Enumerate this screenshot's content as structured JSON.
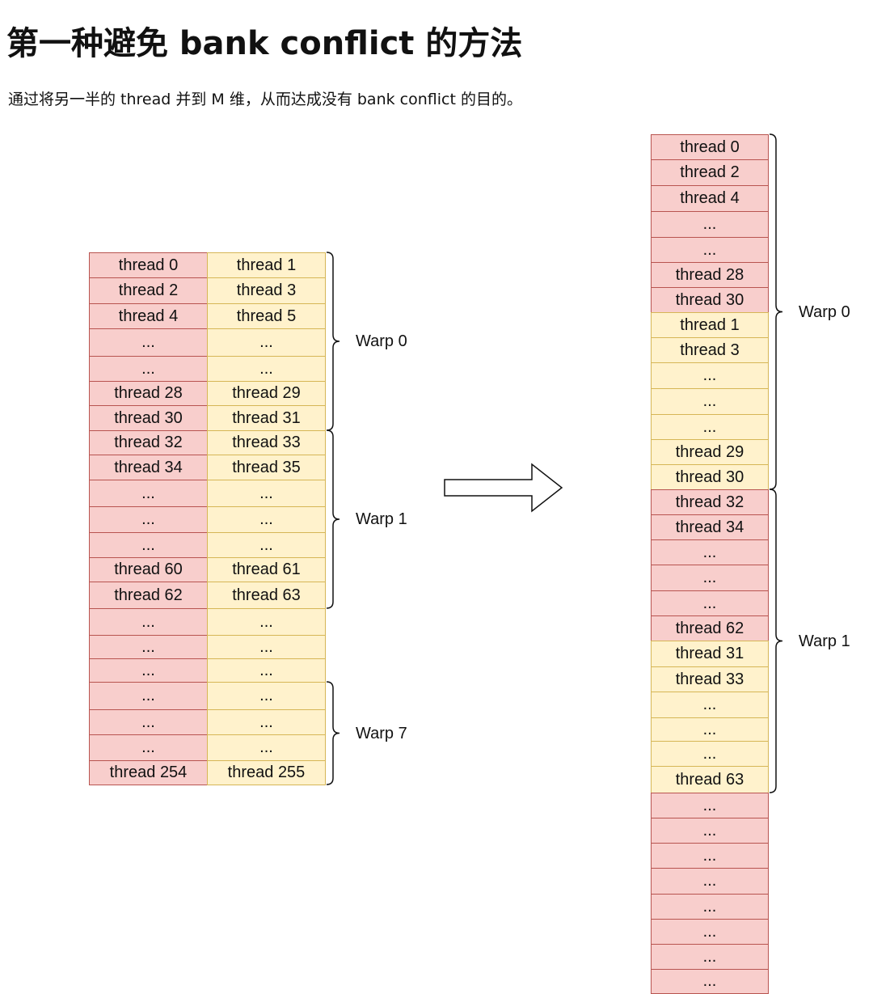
{
  "title": "第一种避免 bank conflict 的方法",
  "description": "通过将另一半的 thread 并到 M 维，从而达成没有 bank conflict 的目的。",
  "colors": {
    "red_fill": "#f8cecc",
    "red_border": "#b85450",
    "yellow_fill": "#fff2cc",
    "yellow_border": "#d6b656"
  },
  "left_grid": {
    "col1": [
      "thread 0",
      "thread 2",
      "thread 4",
      "...",
      "...",
      "thread 28",
      "thread 30",
      "thread 32",
      "thread 34",
      "...",
      "...",
      "...",
      "thread 60",
      "thread 62",
      "...",
      "...",
      "...",
      "...",
      "...",
      "...",
      "thread 254"
    ],
    "col2": [
      "thread 1",
      "thread 3",
      "thread 5",
      "...",
      "...",
      "thread 29",
      "thread 31",
      "thread 33",
      "thread 35",
      "...",
      "...",
      "...",
      "thread 61",
      "thread 63",
      "...",
      "...",
      "...",
      "...",
      "...",
      "...",
      "thread 255"
    ],
    "warps": [
      "Warp 0",
      "Warp 1",
      "Warp 7"
    ]
  },
  "right_column": {
    "cells": [
      {
        "label": "thread 0",
        "color": "red"
      },
      {
        "label": "thread 2",
        "color": "red"
      },
      {
        "label": "thread 4",
        "color": "red"
      },
      {
        "label": "...",
        "color": "red"
      },
      {
        "label": "...",
        "color": "red"
      },
      {
        "label": "thread 28",
        "color": "red"
      },
      {
        "label": "thread 30",
        "color": "red"
      },
      {
        "label": "thread 1",
        "color": "yellow"
      },
      {
        "label": "thread 3",
        "color": "yellow"
      },
      {
        "label": "...",
        "color": "yellow"
      },
      {
        "label": "...",
        "color": "yellow"
      },
      {
        "label": "...",
        "color": "yellow"
      },
      {
        "label": "thread 29",
        "color": "yellow"
      },
      {
        "label": "thread 30",
        "color": "yellow"
      },
      {
        "label": "thread 32",
        "color": "red"
      },
      {
        "label": "thread 34",
        "color": "red"
      },
      {
        "label": "...",
        "color": "red"
      },
      {
        "label": "...",
        "color": "red"
      },
      {
        "label": "...",
        "color": "red"
      },
      {
        "label": "thread 62",
        "color": "red"
      },
      {
        "label": "thread 31",
        "color": "yellow"
      },
      {
        "label": "thread 33",
        "color": "yellow"
      },
      {
        "label": "...",
        "color": "yellow"
      },
      {
        "label": "...",
        "color": "yellow"
      },
      {
        "label": "...",
        "color": "yellow"
      },
      {
        "label": "thread 63",
        "color": "yellow"
      },
      {
        "label": "...",
        "color": "red"
      },
      {
        "label": "...",
        "color": "red"
      },
      {
        "label": "...",
        "color": "red"
      },
      {
        "label": "...",
        "color": "red"
      },
      {
        "label": "...",
        "color": "red"
      },
      {
        "label": "...",
        "color": "red"
      },
      {
        "label": "...",
        "color": "red"
      },
      {
        "label": "...",
        "color": "red"
      }
    ],
    "warps": [
      "Warp 0",
      "Warp 1"
    ]
  }
}
